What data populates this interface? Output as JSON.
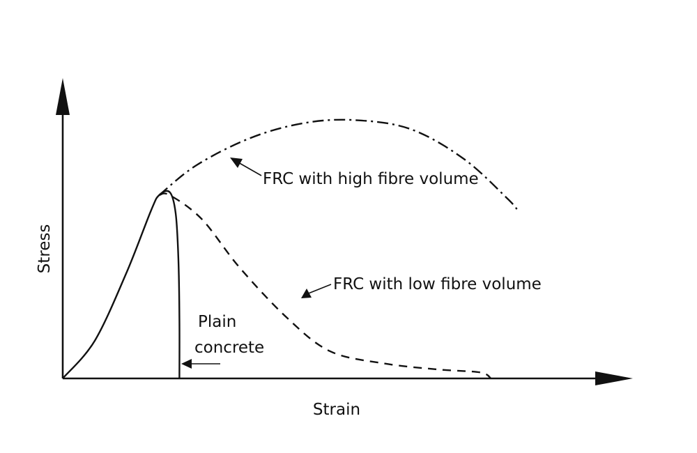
{
  "chart_data": {
    "type": "line",
    "title": "",
    "xlabel": "Strain",
    "ylabel": "Stress",
    "xlim": [
      0,
      1
    ],
    "ylim": [
      0,
      1
    ],
    "ticks": "none",
    "grid": false,
    "series": [
      {
        "name": "Plain concrete",
        "style": "solid",
        "points": [
          [
            0,
            0
          ],
          [
            0.06,
            0.126
          ],
          [
            0.12,
            0.356
          ],
          [
            0.165,
            0.559
          ],
          [
            0.18,
            0.61
          ],
          [
            0.2,
            0.62
          ],
          [
            0.211,
            0.55
          ],
          [
            0.216,
            0.4
          ],
          [
            0.218,
            0.2
          ],
          [
            0.218,
            0
          ]
        ]
      },
      {
        "name": "FRC with high fibre volume",
        "style": "dash-dot",
        "points": [
          [
            0.18,
            0.61
          ],
          [
            0.25,
            0.71
          ],
          [
            0.35,
            0.8
          ],
          [
            0.45,
            0.85
          ],
          [
            0.545,
            0.86
          ],
          [
            0.65,
            0.83
          ],
          [
            0.75,
            0.73
          ],
          [
            0.83,
            0.6
          ],
          [
            0.85,
            0.56
          ]
        ]
      },
      {
        "name": "FRC with low fibre volume",
        "style": "dashed",
        "points": [
          [
            0.18,
            0.61
          ],
          [
            0.2,
            0.61
          ],
          [
            0.26,
            0.53
          ],
          [
            0.33,
            0.37
          ],
          [
            0.42,
            0.2
          ],
          [
            0.5,
            0.09
          ],
          [
            0.6,
            0.05
          ],
          [
            0.7,
            0.03
          ],
          [
            0.78,
            0.02
          ],
          [
            0.8,
            0.0
          ]
        ]
      }
    ],
    "annotations": [
      {
        "text": "FRC with high fibre volume",
        "arrow_to_series": "FRC with high fibre volume"
      },
      {
        "text": "FRC with low fibre volume",
        "arrow_to_series": "FRC with low fibre volume"
      },
      {
        "text_lines": [
          "Plain",
          "concrete"
        ],
        "arrow_to_series": "Plain concrete"
      }
    ]
  }
}
